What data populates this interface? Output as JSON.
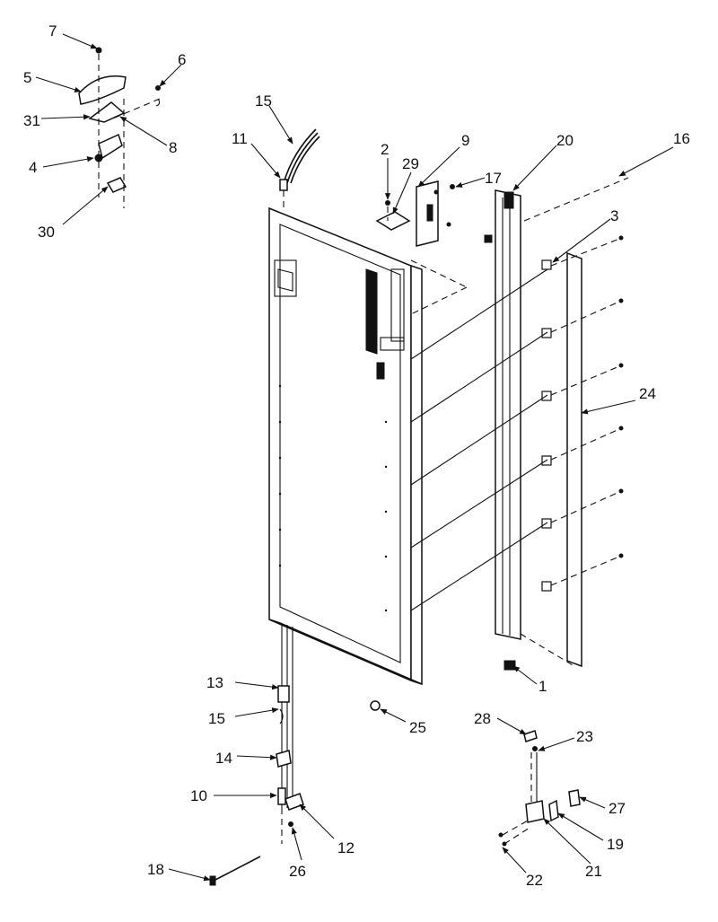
{
  "callouts": {
    "c1": "1",
    "c2": "2",
    "c3": "3",
    "c4": "4",
    "c5": "5",
    "c6": "6",
    "c7": "7",
    "c8": "8",
    "c9": "9",
    "c10": "10",
    "c11": "11",
    "c12": "12",
    "c13": "13",
    "c14": "14",
    "c15a": "15",
    "c15b": "15",
    "c16": "16",
    "c17": "17",
    "c18": "18",
    "c19": "19",
    "c20": "20",
    "c21": "21",
    "c22": "22",
    "c23": "23",
    "c24": "24",
    "c25": "25",
    "c26": "26",
    "c27": "27",
    "c28": "28",
    "c29": "29",
    "c30": "30",
    "c31": "31"
  }
}
